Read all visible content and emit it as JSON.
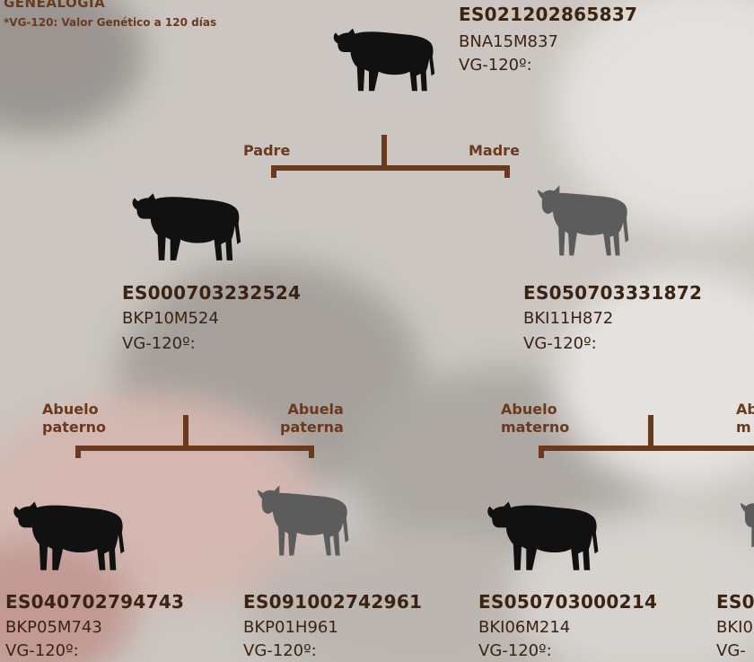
{
  "header": {
    "title": "GENEALOGÍA",
    "subtitle": "*VG-120: Valor Genético a 120 días"
  },
  "root": {
    "id": "ES021202865837",
    "code": "BNA15M837",
    "vg": "VG-120º:"
  },
  "branch_labels": {
    "padre": "Padre",
    "madre": "Madre",
    "abuelo_paterno": [
      "Abuelo",
      "paterno"
    ],
    "abuela_paterna": [
      "Abuela",
      "paterna"
    ],
    "abuelo_materno": [
      "Abuelo",
      "materno"
    ],
    "abuela_materna_partial": [
      "Ab",
      "m"
    ]
  },
  "father": {
    "id": "ES000703232524",
    "code": "BKP10M524",
    "vg": "VG-120º:"
  },
  "mother": {
    "id": "ES050703331872",
    "code": "BKI11H872",
    "vg": "VG-120º:"
  },
  "grandparents": [
    {
      "id": "ES040702794743",
      "code": "BKP05M743",
      "vg": "VG-120º:"
    },
    {
      "id": "ES091002742961",
      "code": "BKP01H961",
      "vg": "VG-120º:"
    },
    {
      "id": "ES050703000214",
      "code": "BKI06M214",
      "vg": "VG-120º:"
    },
    {
      "id": "ES0",
      "code": "BKI0",
      "vg": "VG-"
    }
  ],
  "colors": {
    "brown": "#6b3a1e",
    "text_dark": "#3b2314",
    "bull": "#111111",
    "cow": "#5c5c5c"
  },
  "icons": [
    "bull-icon",
    "cow-icon"
  ]
}
